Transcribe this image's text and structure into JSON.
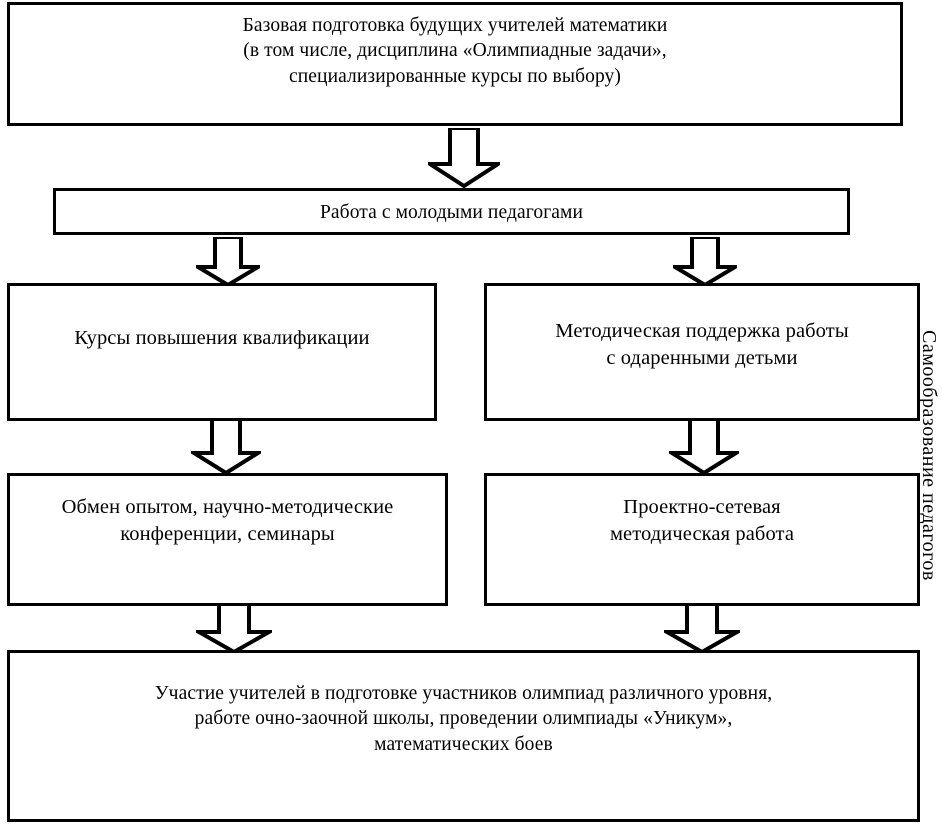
{
  "diagram": {
    "title_text": "",
    "orientation": "top-down flowchart",
    "colors": {
      "stroke": "#000000",
      "fill": "#ffffff",
      "text": "#000000"
    },
    "nodes": [
      {
        "id": "base-training",
        "text": "Базовая подготовка будущих учителей математики\n(в том числе, дисциплина «Олимпиадные задачи»,\nспециализированные курсы по выбору)"
      },
      {
        "id": "young-teachers",
        "text": "Работа с молодыми педагогами"
      },
      {
        "id": "qualification-courses",
        "text": "Курсы повышения квалификации"
      },
      {
        "id": "methodical-support",
        "text": "Методическая поддержка работы\nс одаренными детьми"
      },
      {
        "id": "experience-exchange",
        "text": "Обмен опытом, научно-методические\nконференции, семинары"
      },
      {
        "id": "project-network",
        "text": "Проектно-сетевая\nметодическая работа"
      },
      {
        "id": "teacher-participation",
        "text": "Участие учителей в подготовке участников олимпиад различного уровня,\nработе очно-заочной школы, проведении олимпиады «Уникум»,\nматематических боев"
      }
    ],
    "side_label": {
      "id": "self-education",
      "text": "Самообразование педагогов"
    },
    "connectors": [
      {
        "id": "arrow-base-to-young",
        "from": "base-training",
        "to": "young-teachers",
        "shape": "block-arrow-down"
      },
      {
        "id": "arrow-young-to-courses",
        "from": "young-teachers",
        "to": "qualification-courses",
        "shape": "block-arrow-down"
      },
      {
        "id": "arrow-young-to-support",
        "from": "young-teachers",
        "to": "methodical-support",
        "shape": "block-arrow-down"
      },
      {
        "id": "arrow-courses-to-exchange",
        "from": "qualification-courses",
        "to": "experience-exchange",
        "shape": "block-arrow-down"
      },
      {
        "id": "arrow-support-to-project",
        "from": "methodical-support",
        "to": "project-network",
        "shape": "block-arrow-down"
      },
      {
        "id": "arrow-exchange-to-participation",
        "from": "experience-exchange",
        "to": "teacher-participation",
        "shape": "block-arrow-down"
      },
      {
        "id": "arrow-project-to-participation",
        "from": "project-network",
        "to": "teacher-participation",
        "shape": "block-arrow-down"
      }
    ]
  }
}
